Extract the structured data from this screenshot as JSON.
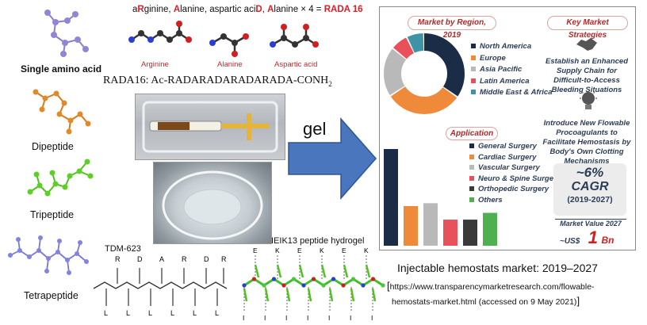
{
  "left_labels": {
    "single": "Single amino acid",
    "di": "Dipeptide",
    "tri": "Tripeptide",
    "tetra": "Tetrapeptide"
  },
  "rada": {
    "title_parts": [
      "a",
      "R",
      "ginine, ",
      "A",
      "lanine, aspartic aci",
      "D",
      ", ",
      "A",
      "lanine × 4 = ",
      "RADA 16"
    ],
    "amino_names": [
      "Arginine",
      "Alanine",
      "Aspartic acid"
    ],
    "sequence": "RADA16:  Ac-RADARADARADARADA-CONH",
    "sequence_sub": "2"
  },
  "gel_label": "gel",
  "tdm": {
    "title": "TDM-623",
    "top_letters": [
      "R",
      "D",
      "A",
      "R",
      "D",
      "R"
    ],
    "bottom_letters": [
      "L",
      "L",
      "L",
      "L",
      "L",
      "L"
    ]
  },
  "hydrogel": {
    "title": "IEIK13 peptide hydrogel",
    "top_letters": [
      "E",
      "K",
      "E",
      "K",
      "E",
      "K"
    ],
    "bottom_letters": [
      "I",
      "I",
      "I",
      "I",
      "I",
      "I",
      "I"
    ]
  },
  "market": {
    "region_title": "Market by Region, 2019",
    "strategy_title": "Key Market Strategies",
    "regions": [
      "North America",
      "Europe",
      "Asia Pacific",
      "Latin America",
      "Middle East & Africa"
    ],
    "region_colors": [
      "#1b2c46",
      "#ef8a3a",
      "#b9b9b9",
      "#e8505a",
      "#3f93a6"
    ],
    "region_shares": [
      0.35,
      0.31,
      0.2,
      0.07,
      0.07
    ],
    "application_title": "Application",
    "applications": [
      "General Surgery",
      "Cardiac Surgery",
      "Vascular Surgery",
      "Neuro & Spine Surgery",
      "Orthopedic Surgery",
      "Others"
    ],
    "application_colors": [
      "#1b2c46",
      "#ef8a3a",
      "#b9b9b9",
      "#e8505a",
      "#3a3a3a",
      "#4eb04e"
    ],
    "application_values": [
      1.0,
      0.41,
      0.44,
      0.27,
      0.27,
      0.34
    ],
    "strategy1": "Establish an Enhanced Supply Chain for Difficult-to-Access Bleeding Situations",
    "strategy2": "Introduce New Flowable Procoagulants to Facilitate Hemostasis by Body's Own Clotting Mechanisms",
    "cagr_value": "~6%",
    "cagr_label": "CAGR",
    "cagr_years": "(2019-2027)",
    "mv_label": "Market Value 2027",
    "mv_prefix": "~US$",
    "mv_value": "1",
    "mv_unit": "Bn"
  },
  "caption": "Injectable hemostats market: 2019–2027",
  "reference_line1": "https://www.transparencymarketresearch.com/flowable-",
  "reference_line2": "hemostats-market.html (accessed on 9 May 2021)"
}
